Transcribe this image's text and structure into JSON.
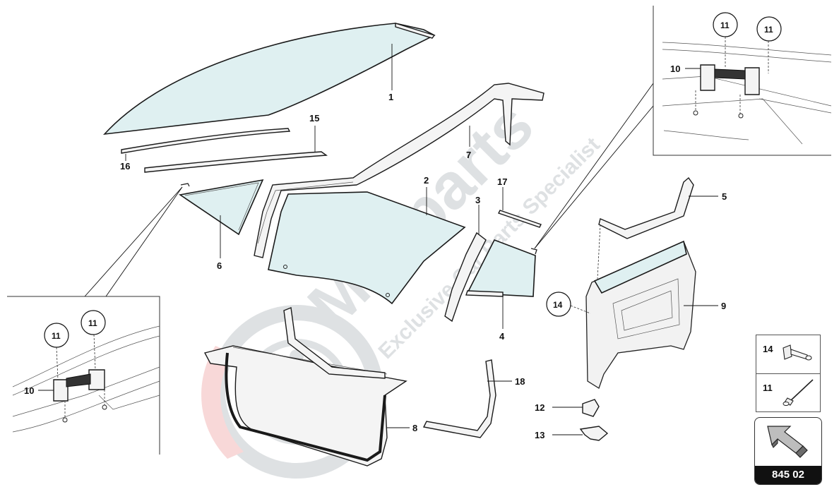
{
  "watermark": {
    "brand": "Masparts",
    "tagline": "Exclusive Car Parts Specialist"
  },
  "callouts": {
    "c1": "1",
    "c2": "2",
    "c3": "3",
    "c4": "4",
    "c5": "5",
    "c6": "6",
    "c7": "7",
    "c8": "8",
    "c9": "9",
    "c12": "12",
    "c13": "13",
    "c14": "14",
    "c15": "15",
    "c16": "16",
    "c17": "17",
    "c18": "18"
  },
  "detail_top_right": {
    "label_10": "10",
    "circle_a": "11",
    "circle_b": "11"
  },
  "detail_bottom_left": {
    "label_10": "10",
    "circle_a": "11",
    "circle_b": "11"
  },
  "legend": [
    {
      "number": "14",
      "icon": "rivet-bolt-icon"
    },
    {
      "number": "11",
      "icon": "screw-rivet-icon"
    }
  ],
  "reference": {
    "code": "845 02",
    "icon": "direction-arrow-icon"
  },
  "colors": {
    "glass": "#dff0f1",
    "watermark_gray": "#c4c8cc",
    "watermark_red": "#f2b8b8",
    "ink": "#111111"
  }
}
